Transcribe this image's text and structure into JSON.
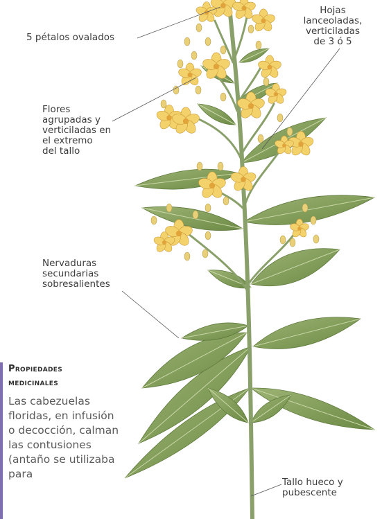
{
  "labels": {
    "petalos": "5 pétalos ovalados",
    "hojas": "Hojas\nlanceoladas,\nverticiladas\nde 3 ó 5",
    "flores": "Flores\nagrupadas y\nverticiladas en\nel extremo\ndel tallo",
    "nervaduras": "Nervaduras\nsecundarias\nsobresalientes",
    "tallo": "Tallo hueco y\npubescente"
  },
  "sidebar": {
    "title": "Propiedades medicinales",
    "body": "Las cabezuelas floridas, en infusión o decocción, calman las contusiones (antaño se utilizaba para"
  },
  "colors": {
    "accent_bar": "#7f6eb0",
    "stem": "#8aa06a",
    "leaf": "#7f9a57",
    "leaf_dark": "#5f7b3d",
    "petal": "#f4d26b",
    "petal_center": "#e0a43a",
    "bud": "#e8cf78"
  }
}
